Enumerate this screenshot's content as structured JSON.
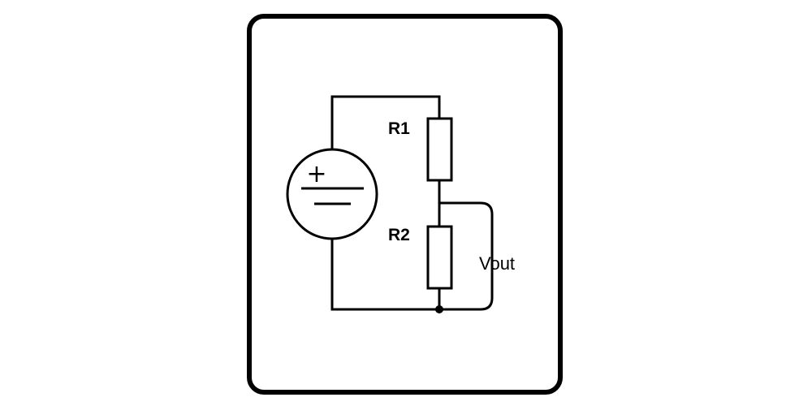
{
  "diagram": {
    "type": "circuit-schematic",
    "labels": {
      "r1": "R1",
      "r2": "R2",
      "vout": "Vout"
    },
    "source": {
      "plus_symbol": "+"
    },
    "colors": {
      "stroke": "#000000",
      "background": "#ffffff"
    }
  }
}
